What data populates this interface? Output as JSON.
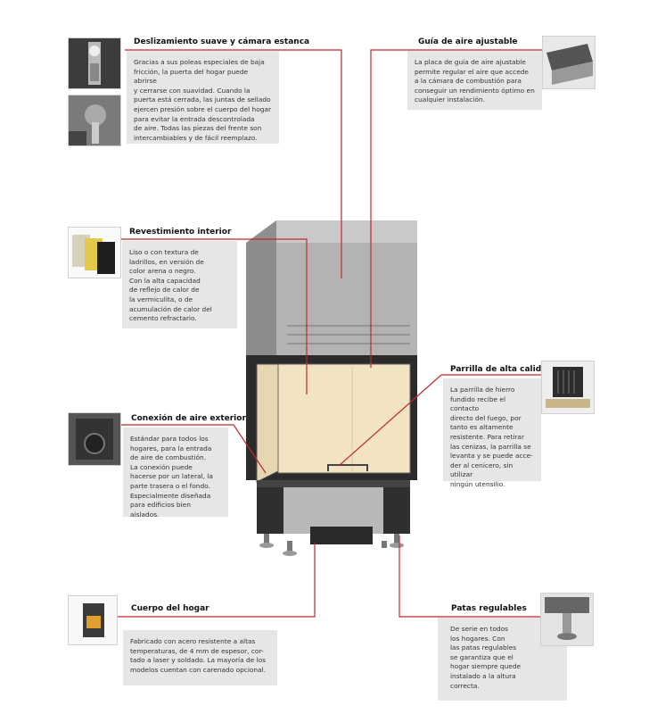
{
  "sections": {
    "deslizamiento": {
      "title": "Deslizamiento suave y cámara estanca",
      "text": "Gracias a sus poleas especiales de baja\nfricción, la puerta del hogar puede abrirse\ny cerrarse con suavidad. Cuando la\npuerta está cerrada, las juntas de sellado\nejercen presión sobre el cuerpo del hogar\npara evitar la entrada descontrolada\nde aire. Todas las piezas del frente son\nintercambiables y de fácil reemplazo."
    },
    "guia": {
      "title": "Guía de aire ajustable",
      "text": "La placa de guía de aire ajustable\npermite regular el aire que accede\na la cámara de combustión para\nconseguir un rendimiento óptimo en\ncualquier instalación."
    },
    "revestimiento": {
      "title": "Revestimiento interior",
      "text": "Liso o con textura de\nladrillos, en versión de\ncolor arena o negro.\nCon la alta capacidad\nde reflejo de calor de\nla vermiculita, o de\nacumulación de calor del\ncemento refractario."
    },
    "parrilla": {
      "title": "Parrilla de alta calidad",
      "text": "La parrilla de hierro\nfundido recibe el contacto\ndirecto del fuego, por\ntanto es altamente\nresistente. Para retirar\nlas cenizas, la parrilla se\nlevanta y se puede acce-\nder al cenicero, sin utilizar\nningún utensilio."
    },
    "conexion": {
      "title": "Conexión de aire exterior",
      "text": "Estándar para todos los\nhogares, para la entrada\nde aire de combustión.\nLa conexión puede\nhacerse por un lateral, la\nparte trasera o el fondo.\nEspecialmente diseñada\npara edificios bien aislados."
    },
    "cuerpo": {
      "title": "Cuerpo del hogar",
      "text": "Fabricado con acero resistente a altas\ntemperaturas, de 4 mm de espesor, cor-\ntado a laser y soldado. La mayoría de los\nmodelos cuentan con carenado opcional."
    },
    "patas": {
      "title": "Patas regulables",
      "text": "De serie en todos\nlos hogares. Con\nlas patas regulables\nse garantiza que el\nhogar siempre quede\ninstalado a la altura\ncorrecta."
    }
  },
  "colors": {
    "leader": "#c0282d",
    "box_bg": "#e6e6e6",
    "glass": "#f3e6c6",
    "steel": "#a9a9a9",
    "dark": "#2a2a2a"
  }
}
